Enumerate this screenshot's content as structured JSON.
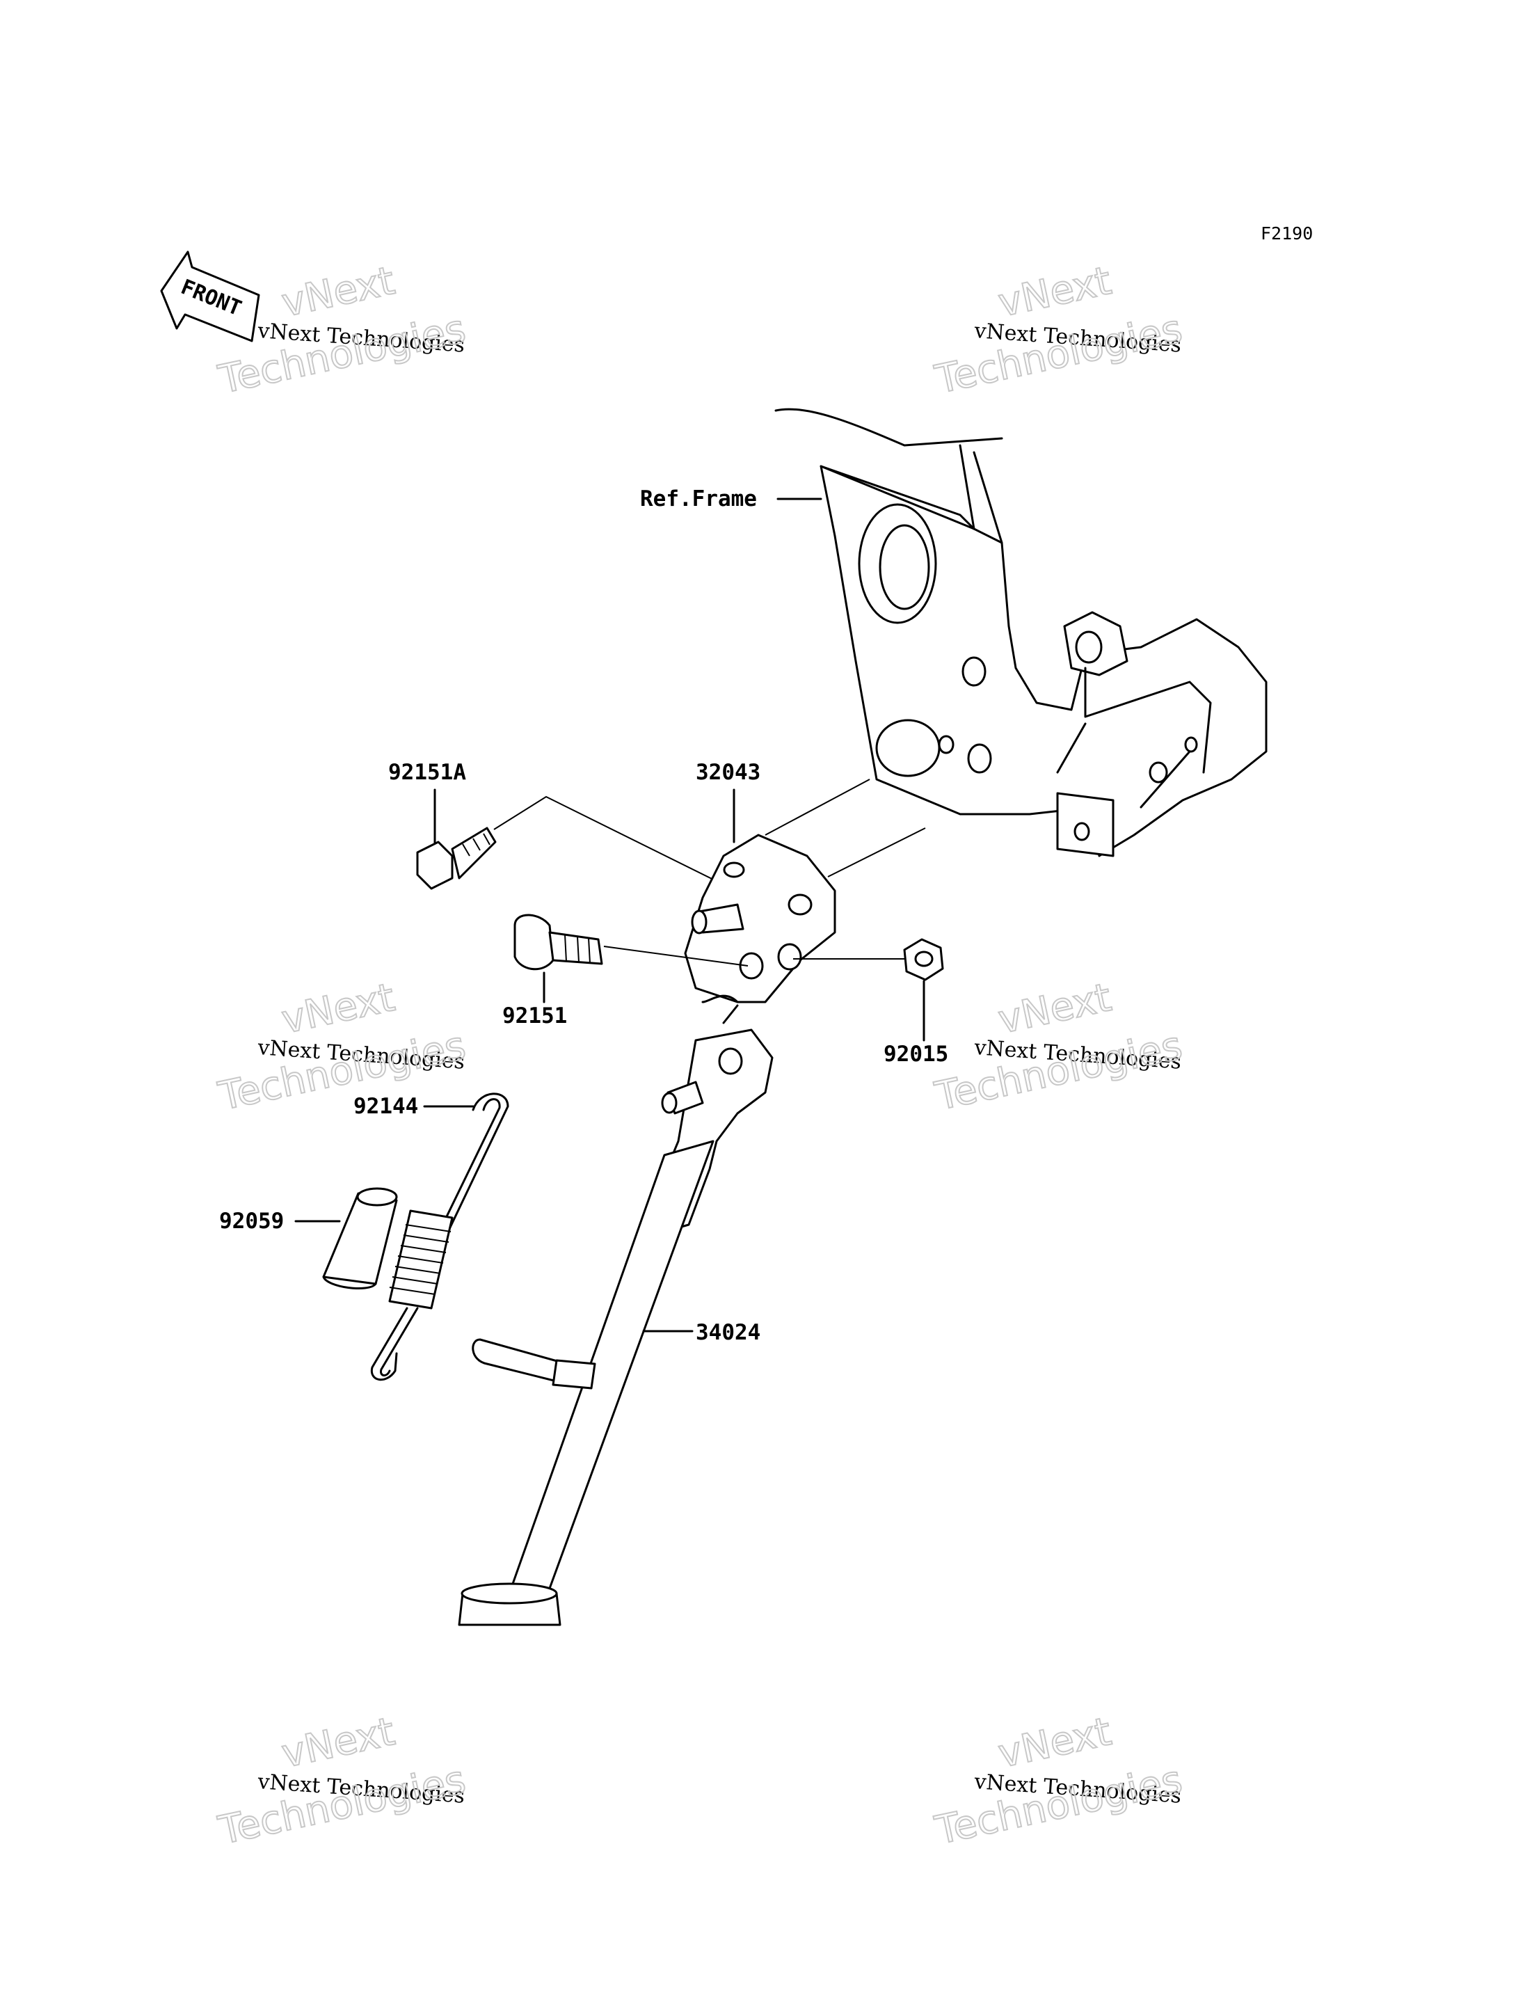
{
  "figure_code": "F2190",
  "front_arrow_label": "FRONT",
  "watermark": {
    "line1": "vNext",
    "line2": "vNext Technologies",
    "line3": "Technologies"
  },
  "parts": [
    {
      "id": "ref-frame",
      "label": "Ref.Frame"
    },
    {
      "id": "92151A",
      "label": "92151A"
    },
    {
      "id": "32043",
      "label": "32043"
    },
    {
      "id": "92151",
      "label": "92151"
    },
    {
      "id": "92015",
      "label": "92015"
    },
    {
      "id": "92144",
      "label": "92144"
    },
    {
      "id": "92059",
      "label": "92059"
    },
    {
      "id": "34024",
      "label": "34024"
    }
  ]
}
